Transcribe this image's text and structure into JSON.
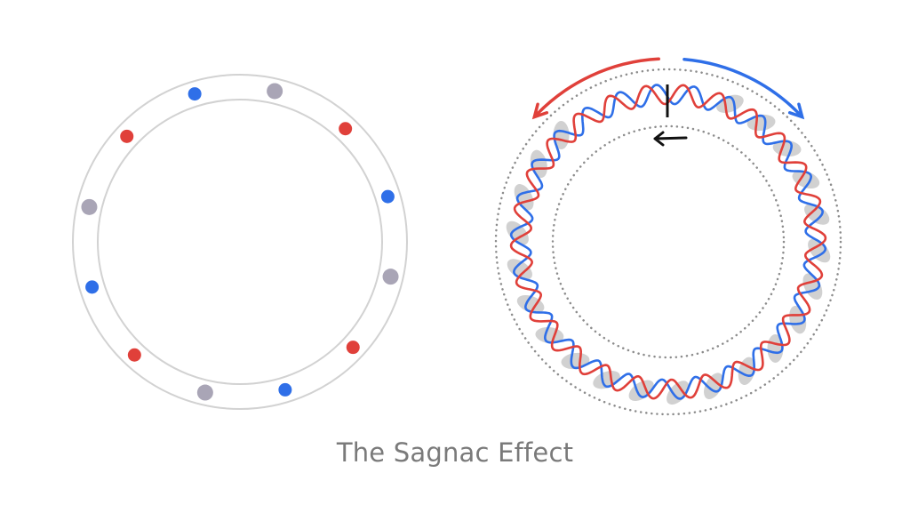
{
  "caption": "The Sagnac Effect",
  "colors": {
    "red": "#e0403a",
    "blue": "#2f6fe8",
    "gray": "#a9a5b6",
    "ring": "#cfcfcf",
    "dots": "#8c8c8c",
    "blur": "#c9c9c9"
  },
  "left_ring": {
    "particles": [
      "blue",
      "gray",
      "red",
      "blue",
      "gray",
      "red",
      "blue",
      "gray",
      "red",
      "blue",
      "gray",
      "red"
    ]
  },
  "right_ring": {
    "wave_cycles": 26
  }
}
